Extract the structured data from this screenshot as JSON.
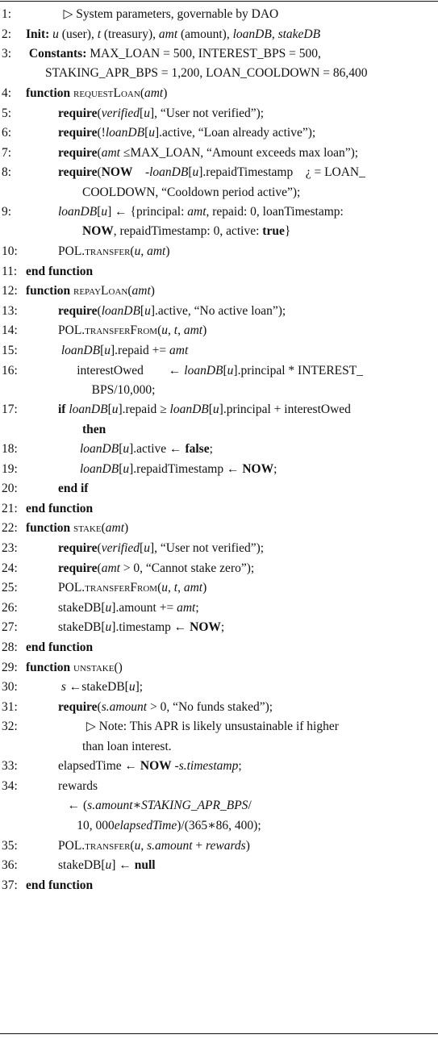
{
  "algorithm": {
    "lines": [
      {
        "num": "1:",
        "indent": 0,
        "parts": [
          {
            "t": "            ▷ System parameters, governable by DAO"
          }
        ]
      },
      {
        "num": "2:",
        "indent": 0,
        "parts": [
          {
            "t": "Init:",
            "s": "b"
          },
          {
            "t": " "
          },
          {
            "t": "u",
            "s": "it"
          },
          {
            "t": " (user), "
          },
          {
            "t": "t",
            "s": "it"
          },
          {
            "t": " (treasury), "
          },
          {
            "t": "amt",
            "s": "it"
          },
          {
            "t": " (amount), "
          },
          {
            "t": "loanDB",
            "s": "it"
          },
          {
            "t": ", "
          },
          {
            "t": "stakeDB",
            "s": "it"
          }
        ]
      },
      {
        "num": "3:",
        "indent": 0,
        "parts": [
          {
            "t": " Constants:",
            "s": "b"
          },
          {
            "t": " MAX_LOAN = 500, INTEREST_BPS = 500,"
          }
        ],
        "cont": [
          {
            "t": "STAKING_APR_BPS = 1,200, LOAN_COOLDOWN = 86,400"
          }
        ]
      },
      {
        "num": "4:",
        "indent": 0,
        "parts": [
          {
            "t": "function",
            "s": "b"
          },
          {
            "t": " "
          },
          {
            "t": "requestLoan",
            "s": "sc"
          },
          {
            "t": "("
          },
          {
            "t": "amt",
            "s": "it"
          },
          {
            "t": ")"
          }
        ]
      },
      {
        "num": "5:",
        "indent": 1,
        "parts": [
          {
            "t": "require",
            "s": "b"
          },
          {
            "t": "("
          },
          {
            "t": "verified",
            "s": "it"
          },
          {
            "t": "["
          },
          {
            "t": "u",
            "s": "it"
          },
          {
            "t": "], “User not verified”);"
          }
        ]
      },
      {
        "num": "6:",
        "indent": 1,
        "parts": [
          {
            "t": "require",
            "s": "b"
          },
          {
            "t": "(!"
          },
          {
            "t": "loanDB",
            "s": "it"
          },
          {
            "t": "["
          },
          {
            "t": "u",
            "s": "it"
          },
          {
            "t": "].active, “Loan already active”);"
          }
        ]
      },
      {
        "num": "7:",
        "indent": 1,
        "parts": [
          {
            "t": "require",
            "s": "b"
          },
          {
            "t": "("
          },
          {
            "t": "amt",
            "s": "it"
          },
          {
            "t": " ≤MAX_LOAN, “Amount exceeds max loan”);"
          }
        ]
      },
      {
        "num": "8:",
        "indent": 1,
        "parts": [
          {
            "t": "require",
            "s": "b"
          },
          {
            "t": "("
          },
          {
            "t": "NOW",
            "s": "b"
          },
          {
            "t": "    -"
          },
          {
            "t": "loanDB",
            "s": "it"
          },
          {
            "t": "["
          },
          {
            "t": "u",
            "s": "it"
          },
          {
            "t": "].repaidTimestamp    ¿ = LOAN_"
          }
        ],
        "cont": [
          {
            "t": "COOLDOWN, “Cooldown period active”);"
          }
        ]
      },
      {
        "num": "9:",
        "indent": 1,
        "parts": [
          {
            "t": "loanDB",
            "s": "it"
          },
          {
            "t": "["
          },
          {
            "t": "u",
            "s": "it"
          },
          {
            "t": "] ← {principal: "
          },
          {
            "t": "amt",
            "s": "it"
          },
          {
            "t": ", repaid: 0, loanTimestamp:"
          }
        ],
        "cont": [
          {
            "t": "NOW",
            "s": "b"
          },
          {
            "t": ", repaidTimestamp: 0, active: "
          },
          {
            "t": "true",
            "s": "b"
          },
          {
            "t": "}"
          }
        ]
      },
      {
        "num": "10:",
        "indent": 1,
        "parts": [
          {
            "t": "POL."
          },
          {
            "t": "transfer",
            "s": "sc"
          },
          {
            "t": "("
          },
          {
            "t": "u",
            "s": "it"
          },
          {
            "t": ", "
          },
          {
            "t": "amt",
            "s": "it"
          },
          {
            "t": ")"
          }
        ]
      },
      {
        "num": "11:",
        "indent": 0,
        "parts": [
          {
            "t": "end function",
            "s": "b"
          }
        ]
      },
      {
        "num": "12:",
        "indent": 0,
        "parts": [
          {
            "t": "function",
            "s": "b"
          },
          {
            "t": " "
          },
          {
            "t": "repayLoan",
            "s": "sc"
          },
          {
            "t": "("
          },
          {
            "t": "amt",
            "s": "it"
          },
          {
            "t": ")"
          }
        ]
      },
      {
        "num": "13:",
        "indent": 1,
        "parts": [
          {
            "t": "require",
            "s": "b"
          },
          {
            "t": "("
          },
          {
            "t": "loanDB",
            "s": "it"
          },
          {
            "t": "["
          },
          {
            "t": "u",
            "s": "it"
          },
          {
            "t": "].active, “No active loan”);"
          }
        ]
      },
      {
        "num": "14:",
        "indent": 1,
        "parts": [
          {
            "t": "POL."
          },
          {
            "t": "transferFrom",
            "s": "sc"
          },
          {
            "t": "("
          },
          {
            "t": "u",
            "s": "it"
          },
          {
            "t": ", "
          },
          {
            "t": "t",
            "s": "it"
          },
          {
            "t": ", "
          },
          {
            "t": "amt",
            "s": "it"
          },
          {
            "t": ")"
          }
        ]
      },
      {
        "num": "15:",
        "indent": 1,
        "parts": [
          {
            "t": " "
          },
          {
            "t": "loanDB",
            "s": "it"
          },
          {
            "t": "["
          },
          {
            "t": "u",
            "s": "it"
          },
          {
            "t": "].repaid += "
          },
          {
            "t": "amt",
            "s": "it"
          }
        ]
      },
      {
        "num": "16:",
        "indent": 1,
        "parts": [
          {
            "t": "      interestOwed        ← "
          },
          {
            "t": "loanDB",
            "s": "it"
          },
          {
            "t": "["
          },
          {
            "t": "u",
            "s": "it"
          },
          {
            "t": "].principal * INTEREST_"
          }
        ],
        "cont": [
          {
            "t": "   BPS/10,000;"
          }
        ]
      },
      {
        "num": "17:",
        "indent": 1,
        "parts": [
          {
            "t": "if",
            "s": "b"
          },
          {
            "t": " "
          },
          {
            "t": "loanDB",
            "s": "it"
          },
          {
            "t": "["
          },
          {
            "t": "u",
            "s": "it"
          },
          {
            "t": "].repaid ≥ "
          },
          {
            "t": "loanDB",
            "s": "it"
          },
          {
            "t": "["
          },
          {
            "t": "u",
            "s": "it"
          },
          {
            "t": "].principal + interestOwed"
          }
        ],
        "cont": [
          {
            "t": "then",
            "s": "b"
          }
        ]
      },
      {
        "num": "18:",
        "indent": 2,
        "parts": [
          {
            "t": "loanDB",
            "s": "it"
          },
          {
            "t": "["
          },
          {
            "t": "u",
            "s": "it"
          },
          {
            "t": "].active ← "
          },
          {
            "t": "false",
            "s": "b"
          },
          {
            "t": ";"
          }
        ]
      },
      {
        "num": "19:",
        "indent": 2,
        "parts": [
          {
            "t": "loanDB",
            "s": "it"
          },
          {
            "t": "["
          },
          {
            "t": "u",
            "s": "it"
          },
          {
            "t": "].repaidTimestamp ← "
          },
          {
            "t": "NOW",
            "s": "b"
          },
          {
            "t": ";"
          }
        ]
      },
      {
        "num": "20:",
        "indent": 1,
        "parts": [
          {
            "t": "end if",
            "s": "b"
          }
        ]
      },
      {
        "num": "21:",
        "indent": 0,
        "parts": [
          {
            "t": "end function",
            "s": "b"
          }
        ]
      },
      {
        "num": "22:",
        "indent": 0,
        "parts": [
          {
            "t": "function",
            "s": "b"
          },
          {
            "t": " "
          },
          {
            "t": "stake",
            "s": "sc"
          },
          {
            "t": "("
          },
          {
            "t": "amt",
            "s": "it"
          },
          {
            "t": ")"
          }
        ]
      },
      {
        "num": "23:",
        "indent": 1,
        "parts": [
          {
            "t": "require",
            "s": "b"
          },
          {
            "t": "("
          },
          {
            "t": "verified",
            "s": "it"
          },
          {
            "t": "["
          },
          {
            "t": "u",
            "s": "it"
          },
          {
            "t": "], “User not verified”);"
          }
        ]
      },
      {
        "num": "24:",
        "indent": 1,
        "parts": [
          {
            "t": "require",
            "s": "b"
          },
          {
            "t": "("
          },
          {
            "t": "amt",
            "s": "it"
          },
          {
            "t": " > 0, “Cannot stake zero”);"
          }
        ]
      },
      {
        "num": "25:",
        "indent": 1,
        "parts": [
          {
            "t": "POL."
          },
          {
            "t": "transferFrom",
            "s": "sc"
          },
          {
            "t": "("
          },
          {
            "t": "u",
            "s": "it"
          },
          {
            "t": ", "
          },
          {
            "t": "t",
            "s": "it"
          },
          {
            "t": ", "
          },
          {
            "t": "amt",
            "s": "it"
          },
          {
            "t": ")"
          }
        ]
      },
      {
        "num": "26:",
        "indent": 1,
        "parts": [
          {
            "t": "stakeDB["
          },
          {
            "t": "u",
            "s": "it"
          },
          {
            "t": "].amount += "
          },
          {
            "t": "amt",
            "s": "it"
          },
          {
            "t": ";"
          }
        ]
      },
      {
        "num": "27:",
        "indent": 1,
        "parts": [
          {
            "t": "stakeDB["
          },
          {
            "t": "u",
            "s": "it"
          },
          {
            "t": "].timestamp ← "
          },
          {
            "t": "NOW",
            "s": "b"
          },
          {
            "t": ";"
          }
        ]
      },
      {
        "num": "28:",
        "indent": 0,
        "parts": [
          {
            "t": "end function",
            "s": "b"
          }
        ]
      },
      {
        "num": "29:",
        "indent": 0,
        "parts": [
          {
            "t": "function",
            "s": "b"
          },
          {
            "t": " "
          },
          {
            "t": "unstake",
            "s": "sc"
          },
          {
            "t": "()"
          }
        ]
      },
      {
        "num": "30:",
        "indent": 1,
        "parts": [
          {
            "t": " "
          },
          {
            "t": "s",
            "s": "it"
          },
          {
            "t": " ←stakeDB["
          },
          {
            "t": "u",
            "s": "it"
          },
          {
            "t": "];"
          }
        ]
      },
      {
        "num": "31:",
        "indent": 1,
        "parts": [
          {
            "t": "require",
            "s": "b"
          },
          {
            "t": "("
          },
          {
            "t": "s.amount",
            "s": "it"
          },
          {
            "t": " > 0, “No funds staked”);"
          }
        ]
      },
      {
        "num": "32:",
        "indent": 1,
        "parts": [
          {
            "t": "         ▷ Note: This APR is likely unsustainable if higher"
          }
        ],
        "cont": [
          {
            "t": "than loan interest."
          }
        ]
      },
      {
        "num": "33:",
        "indent": 1,
        "parts": [
          {
            "t": "elapsedTime ← "
          },
          {
            "t": "NOW",
            "s": "b"
          },
          {
            "t": " -"
          },
          {
            "t": "s.timestamp",
            "s": "it"
          },
          {
            "t": ";"
          }
        ]
      },
      {
        "num": "34:",
        "indent": 1,
        "parts": [
          {
            "t": "rewards"
          }
        ]
      },
      {
        "num": "",
        "indent": 1,
        "parts": [
          {
            "t": "   ← ("
          },
          {
            "t": "s.amount∗STAKING_APR_BPS",
            "s": "it"
          },
          {
            "t": "/"
          }
        ]
      },
      {
        "num": "",
        "indent": 1,
        "parts": [
          {
            "t": "      10, 000"
          },
          {
            "t": "elapsedTime",
            "s": "it"
          },
          {
            "t": ")/(365∗86, 400);"
          }
        ]
      },
      {
        "num": "35:",
        "indent": 1,
        "parts": [
          {
            "t": "POL."
          },
          {
            "t": "transfer",
            "s": "sc"
          },
          {
            "t": "("
          },
          {
            "t": "u",
            "s": "it"
          },
          {
            "t": ", "
          },
          {
            "t": "s.amount",
            "s": "it"
          },
          {
            "t": " + "
          },
          {
            "t": "rewards",
            "s": "it"
          },
          {
            "t": ")"
          }
        ]
      },
      {
        "num": "36:",
        "indent": 1,
        "parts": [
          {
            "t": "stakeDB["
          },
          {
            "t": "u",
            "s": "it"
          },
          {
            "t": "] ← "
          },
          {
            "t": "null",
            "s": "b"
          }
        ]
      },
      {
        "num": "37:",
        "indent": 0,
        "parts": [
          {
            "t": "end function",
            "s": "b"
          }
        ]
      }
    ]
  }
}
